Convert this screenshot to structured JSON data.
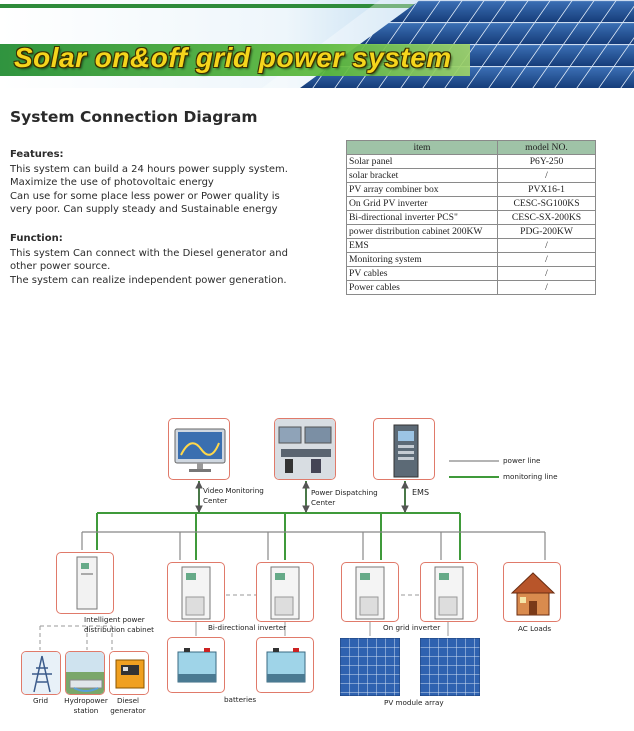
{
  "banner": {
    "title": "Solar on&off grid power system"
  },
  "section_title": "System Connection Diagram",
  "features": {
    "heading": "Features:",
    "lines": [
      "This system can build a 24 hours power supply system.",
      "Maximize the use of photovoltaic energy",
      "Can use for some place less power or Power quality is",
      "very poor. Can supply steady and Sustainable energy"
    ]
  },
  "function": {
    "heading": "Function:",
    "lines": [
      "This system Can connect with the Diesel generator and",
      "other power source.",
      "The system can realize independent power generation."
    ]
  },
  "table": {
    "headers": [
      "item",
      "model NO."
    ],
    "rows": [
      [
        "Solar panel",
        "P6Y-250"
      ],
      [
        "solar bracket",
        "/"
      ],
      [
        "PV array combiner box",
        "PVX16-1"
      ],
      [
        "On Grid PV inverter",
        "CESC-SG100KS"
      ],
      [
        "Bi-directional inverter   PCS\"",
        "CESC-SX-200KS"
      ],
      [
        "power distribution cabinet 200KW",
        "PDG-200KW"
      ],
      [
        "EMS",
        "/"
      ],
      [
        "Monitoring system",
        "/"
      ],
      [
        "PV cables",
        "/"
      ],
      [
        "Power cables",
        "/"
      ]
    ]
  },
  "diagram": {
    "legend": {
      "power_line": "power line",
      "monitoring_line": "monitoring line"
    },
    "labels": {
      "video_monitoring": [
        "Video Monitoring",
        "Center"
      ],
      "power_dispatching": [
        "Power Dispatching",
        "Center"
      ],
      "ems": "EMS",
      "distribution_cabinet": [
        "Intelligent power",
        "distribution cabinet"
      ],
      "bidirectional_inverter": "Bi-directional inverter",
      "on_grid_inverter": "On grid inverter",
      "ac_loads": "AC Loads",
      "grid": "Grid",
      "hydropower": [
        "Hydropower",
        "station"
      ],
      "diesel": [
        "Diesel",
        "generator"
      ],
      "batteries": "batteries",
      "pv_array": "PV module array"
    },
    "colors": {
      "monitoring": "#3f9a3a",
      "power": "#888888",
      "box_border": "#e07a6a"
    }
  }
}
